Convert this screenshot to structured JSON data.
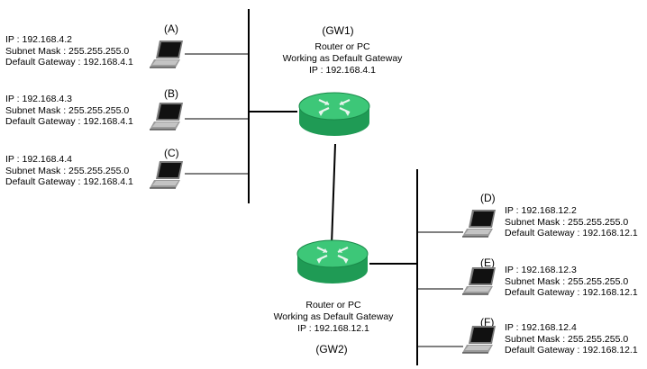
{
  "colors": {
    "router_body": "#1f9b55",
    "router_top": "#3dc778",
    "router_arrows": "#e8f5ee",
    "laptop_screen": "#111111",
    "laptop_body": "#8a8a8a",
    "wire": "#000000"
  },
  "left_hosts": [
    {
      "tag": "(A)",
      "ip": "IP : 192.168.4.2",
      "mask": "Subnet Mask : 255.255.255.0",
      "gateway": "Default Gateway : 192.168.4.1"
    },
    {
      "tag": "(B)",
      "ip": "IP : 192.168.4.3",
      "mask": "Subnet Mask : 255.255.255.0",
      "gateway": "Default Gateway : 192.168.4.1"
    },
    {
      "tag": "(C)",
      "ip": "IP : 192.168.4.4",
      "mask": "Subnet Mask : 255.255.255.0",
      "gateway": "Default Gateway : 192.168.4.1"
    }
  ],
  "right_hosts": [
    {
      "tag": "(D)",
      "ip": "IP : 192.168.12.2",
      "mask": "Subnet Mask : 255.255.255.0",
      "gateway": "Default Gateway : 192.168.12.1"
    },
    {
      "tag": "(E)",
      "ip": "IP : 192.168.12.3",
      "mask": "Subnet Mask : 255.255.255.0",
      "gateway": "Default Gateway : 192.168.12.1"
    },
    {
      "tag": "(F)",
      "ip": "IP : 192.168.12.4",
      "mask": "Subnet Mask : 255.255.255.0",
      "gateway": "Default Gateway : 192.168.12.1"
    }
  ],
  "gw1": {
    "name": "(GW1)",
    "line1": "Router or PC",
    "line2": "Working as Default Gateway",
    "ip": "IP : 192.168.4.1"
  },
  "gw2": {
    "name": "(GW2)",
    "line1": "Router or PC",
    "line2": "Working as Default Gateway",
    "ip": "IP : 192.168.12.1"
  }
}
